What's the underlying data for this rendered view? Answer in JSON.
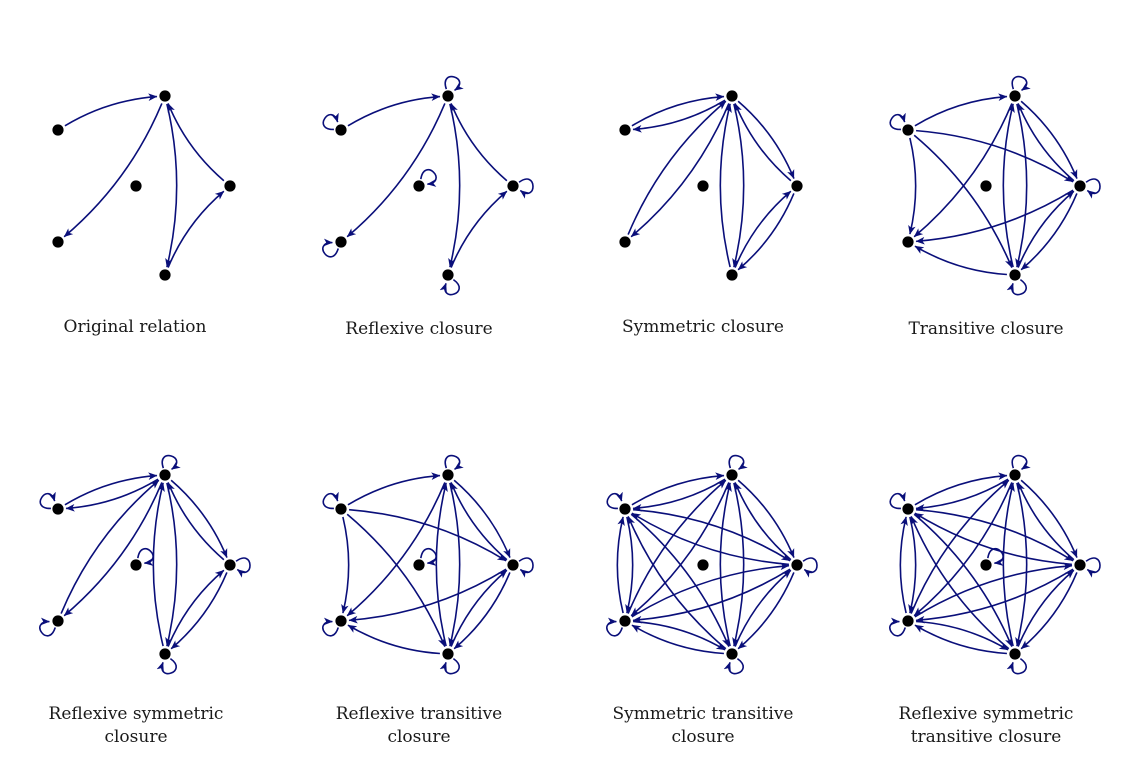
{
  "colors": {
    "edge": "#0a0f7a",
    "node": "#000000",
    "background": "#ffffff",
    "text": "#1a1a1a"
  },
  "nodes": [
    "a",
    "b",
    "c",
    "d",
    "e",
    "f"
  ],
  "panels": [
    {
      "caption": [
        "Original relation"
      ],
      "edges": [
        [
          "a",
          "b"
        ],
        [
          "b",
          "c"
        ],
        [
          "b",
          "e"
        ],
        [
          "c",
          "d"
        ],
        [
          "d",
          "b"
        ]
      ],
      "loops": []
    },
    {
      "caption": [
        "Reflexive closure"
      ],
      "edges": [
        [
          "a",
          "b"
        ],
        [
          "b",
          "c"
        ],
        [
          "b",
          "e"
        ],
        [
          "c",
          "d"
        ],
        [
          "d",
          "b"
        ]
      ],
      "loops": [
        "a",
        "b",
        "c",
        "d",
        "e",
        "f"
      ]
    },
    {
      "caption": [
        "Symmetric closure"
      ],
      "edges": [
        [
          "a",
          "b"
        ],
        [
          "b",
          "a"
        ],
        [
          "b",
          "c"
        ],
        [
          "c",
          "b"
        ],
        [
          "b",
          "e"
        ],
        [
          "e",
          "b"
        ],
        [
          "c",
          "d"
        ],
        [
          "d",
          "c"
        ],
        [
          "d",
          "b"
        ],
        [
          "b",
          "d"
        ]
      ],
      "loops": []
    },
    {
      "caption": [
        "Transitive closure"
      ],
      "edges": [
        [
          "a",
          "b"
        ],
        [
          "a",
          "c"
        ],
        [
          "a",
          "d"
        ],
        [
          "a",
          "e"
        ],
        [
          "b",
          "c"
        ],
        [
          "b",
          "d"
        ],
        [
          "b",
          "e"
        ],
        [
          "c",
          "b"
        ],
        [
          "c",
          "d"
        ],
        [
          "c",
          "e"
        ],
        [
          "d",
          "b"
        ],
        [
          "d",
          "c"
        ],
        [
          "d",
          "e"
        ]
      ],
      "loops": [
        "a",
        "b",
        "c",
        "d"
      ]
    },
    {
      "caption": [
        "Reflexive symmetric",
        "closure"
      ],
      "edges": [
        [
          "a",
          "b"
        ],
        [
          "b",
          "a"
        ],
        [
          "b",
          "c"
        ],
        [
          "c",
          "b"
        ],
        [
          "b",
          "e"
        ],
        [
          "e",
          "b"
        ],
        [
          "c",
          "d"
        ],
        [
          "d",
          "c"
        ],
        [
          "d",
          "b"
        ],
        [
          "b",
          "d"
        ]
      ],
      "loops": [
        "a",
        "b",
        "c",
        "d",
        "e",
        "f"
      ]
    },
    {
      "caption": [
        "Reflexive transitive",
        "closure"
      ],
      "edges": [
        [
          "a",
          "b"
        ],
        [
          "a",
          "c"
        ],
        [
          "a",
          "d"
        ],
        [
          "a",
          "e"
        ],
        [
          "b",
          "c"
        ],
        [
          "b",
          "d"
        ],
        [
          "b",
          "e"
        ],
        [
          "c",
          "b"
        ],
        [
          "c",
          "d"
        ],
        [
          "c",
          "e"
        ],
        [
          "d",
          "b"
        ],
        [
          "d",
          "c"
        ],
        [
          "d",
          "e"
        ]
      ],
      "loops": [
        "a",
        "b",
        "c",
        "d",
        "e",
        "f"
      ]
    },
    {
      "caption": [
        "Symmetric transitive",
        "closure"
      ],
      "edges": [
        [
          "a",
          "b"
        ],
        [
          "b",
          "a"
        ],
        [
          "a",
          "c"
        ],
        [
          "c",
          "a"
        ],
        [
          "a",
          "d"
        ],
        [
          "d",
          "a"
        ],
        [
          "a",
          "e"
        ],
        [
          "e",
          "a"
        ],
        [
          "b",
          "c"
        ],
        [
          "c",
          "b"
        ],
        [
          "b",
          "d"
        ],
        [
          "d",
          "b"
        ],
        [
          "b",
          "e"
        ],
        [
          "e",
          "b"
        ],
        [
          "c",
          "d"
        ],
        [
          "d",
          "c"
        ],
        [
          "c",
          "e"
        ],
        [
          "e",
          "c"
        ],
        [
          "d",
          "e"
        ],
        [
          "e",
          "d"
        ]
      ],
      "loops": [
        "a",
        "b",
        "c",
        "d",
        "e"
      ]
    },
    {
      "caption": [
        "Reflexive symmetric",
        "transitive closure"
      ],
      "edges": [
        [
          "a",
          "b"
        ],
        [
          "b",
          "a"
        ],
        [
          "a",
          "c"
        ],
        [
          "c",
          "a"
        ],
        [
          "a",
          "d"
        ],
        [
          "d",
          "a"
        ],
        [
          "a",
          "e"
        ],
        [
          "e",
          "a"
        ],
        [
          "b",
          "c"
        ],
        [
          "c",
          "b"
        ],
        [
          "b",
          "d"
        ],
        [
          "d",
          "b"
        ],
        [
          "b",
          "e"
        ],
        [
          "e",
          "b"
        ],
        [
          "c",
          "d"
        ],
        [
          "d",
          "c"
        ],
        [
          "c",
          "e"
        ],
        [
          "e",
          "c"
        ],
        [
          "d",
          "e"
        ],
        [
          "e",
          "d"
        ]
      ],
      "loops": [
        "a",
        "b",
        "c",
        "d",
        "e",
        "f"
      ]
    }
  ]
}
